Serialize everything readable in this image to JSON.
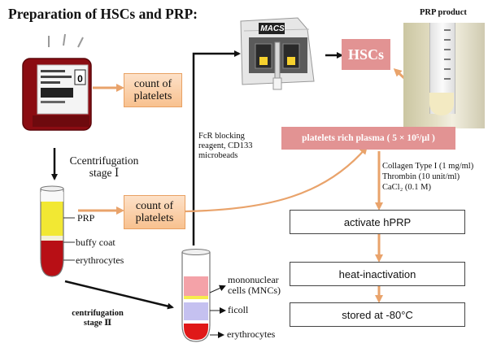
{
  "title": "Preparation of HSCs and PRP:",
  "prp_product_label": "PRP product",
  "hscs_label": "HSCs",
  "macs_label": "MACS",
  "count_platelets_1": [
    "count of",
    "platelets"
  ],
  "count_platelets_2": [
    "count of",
    "platelets"
  ],
  "centrifugation_1": [
    "Ccentrifugation",
    "stage Ⅰ"
  ],
  "centrifugation_2": [
    "centrifugation",
    "stage Ⅱ"
  ],
  "tube1_labels": {
    "prp": "PRP",
    "buffy": "buffy coat",
    "ery": "erythrocytes"
  },
  "tube2_labels": {
    "mnc": [
      "mononuclear",
      "cells (MNCs)"
    ],
    "ficoll": "ficoll",
    "ery": "erythrocytes"
  },
  "fcr_text": [
    "FcR blocking",
    "reagent, CD133",
    "microbeads"
  ],
  "prp_box": {
    "text": "platelets rich plasma",
    "conc": "( 5 × 10⁵/μl )"
  },
  "reagents": [
    "Collagen Type I (1 mg/ml)",
    "Thrombin (10 unit/ml)",
    "CaCl₂ (0.1 M)"
  ],
  "steps": [
    "activate hPRP",
    "heat-inactivation",
    "stored at -80°C"
  ],
  "bag_number": "0",
  "colors": {
    "orange": "#e9a36b",
    "pink": "#e29393",
    "blood": "#8b0c12",
    "yellow": "#f2e833"
  }
}
